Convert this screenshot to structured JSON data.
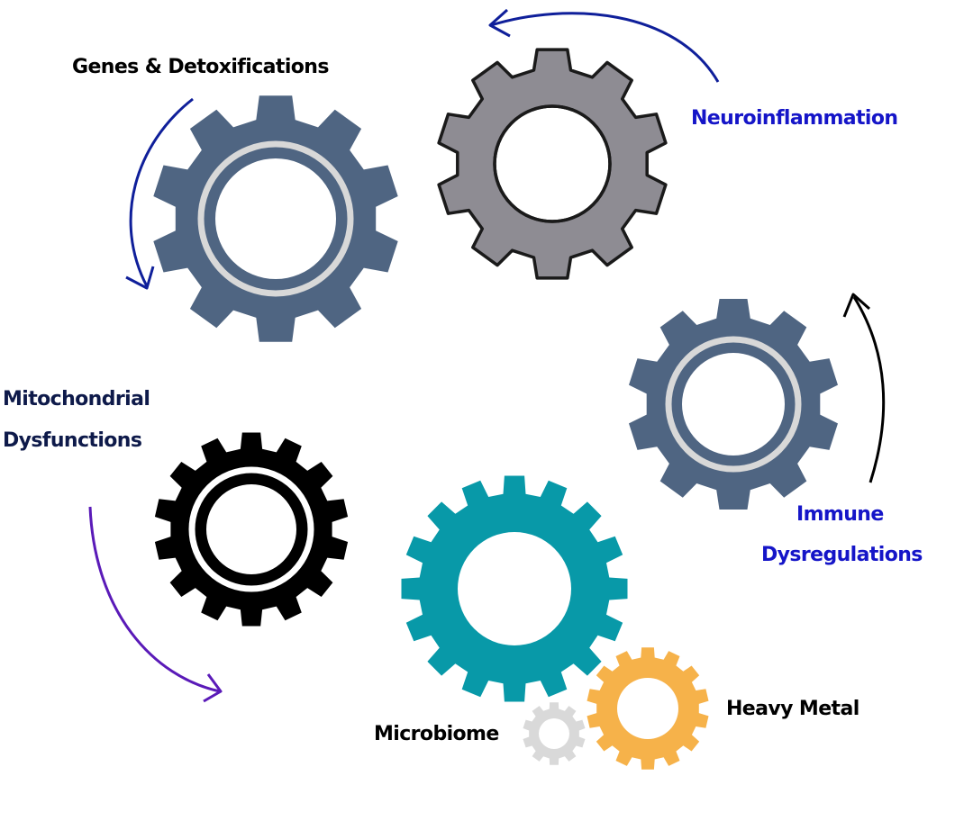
{
  "diagram": {
    "labels": {
      "genes": "Genes & Detoxifications",
      "neuro": "Neuroinflammation",
      "mito_line1": "Mitochondrial",
      "mito_line2": "Dysfunctions",
      "immune_line1": "Immune",
      "immune_line2": "Dysregulations",
      "heavy_metal": "Heavy Metal",
      "microbiome": "Microbiome"
    },
    "colors": {
      "slate_gear": "#4f6582",
      "slate_gear_shade": "#3f5471",
      "gray_gear": "#8e8c93",
      "black_gear": "#000000",
      "teal_gear": "#0899a8",
      "orange_gear": "#f6b24a",
      "light_gray_gear": "#d9d9d9",
      "gear_ring": "#d8d8d8",
      "label_black": "#000000",
      "label_blue": "#1515c8",
      "label_navy": "#0e1a4a",
      "arrow_navy": "#0f1f9a",
      "arrow_purple": "#5a1ab8",
      "arrow_black": "#000000"
    },
    "icons": [
      "cog-icon",
      "curved-arrow-icon"
    ]
  }
}
